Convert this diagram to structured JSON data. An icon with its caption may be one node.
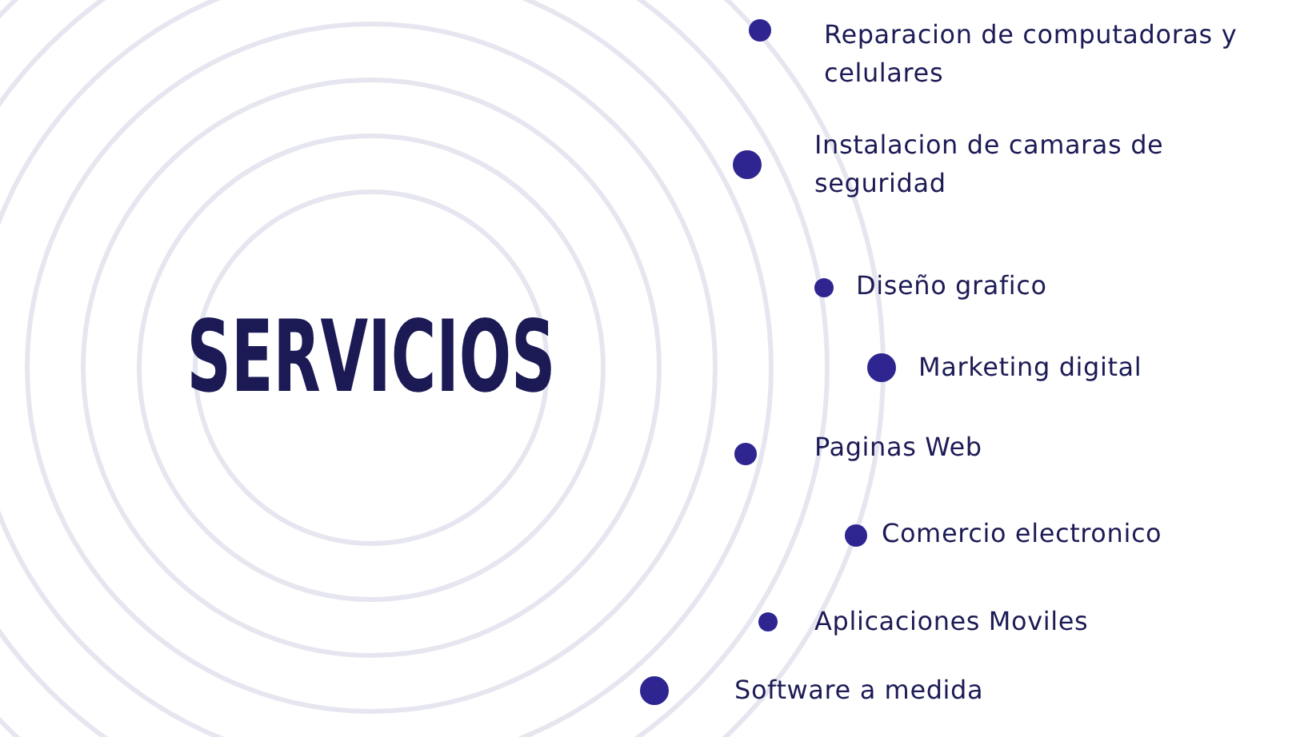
{
  "diagram": {
    "nodes": [
      {
        "text": [
          "SERVICIOS"
        ]
      },
      {
        "text": [],
        "shape": "circle",
        "beside": [
          "Reparacion de computadoras y celulares"
        ]
      },
      {
        "text": [],
        "shape": "circle",
        "beside": [
          "Instalacion de camaras de seguridad"
        ]
      },
      {
        "text": [],
        "shape": "circle",
        "beside": [
          "Diseño grafico"
        ]
      },
      {
        "text": [],
        "shape": "circle",
        "beside": [
          "Marketing digital"
        ]
      },
      {
        "text": [],
        "shape": "circle",
        "beside": [
          "Paginas Web"
        ]
      },
      {
        "text": [],
        "shape": "circle",
        "beside": [
          "Comercio electronico"
        ]
      },
      {
        "text": [],
        "shape": "circle",
        "beside": [
          "Aplicaciones Moviles"
        ]
      },
      {
        "text": [],
        "shape": "circle",
        "beside": [
          "Software a medida"
        ]
      }
    ]
  }
}
